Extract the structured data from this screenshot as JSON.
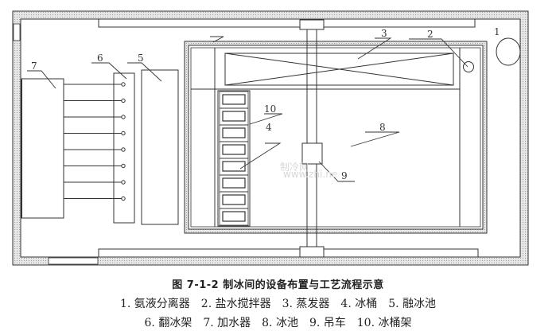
{
  "figure": {
    "title": "图 7-1-2  制冰间的设备布置与工艺流程示意",
    "legend_line1": [
      "1. 氨液分离器",
      "2. 盐水搅拌器",
      "3. 蒸发器",
      "4. 冰桶",
      "5. 融冰池"
    ],
    "legend_line2": [
      "6. 翻冰架",
      "7. 加水器",
      "8. 冰池",
      "9. 吊车",
      "10. 冰桶架"
    ]
  },
  "labels": {
    "l1": "1",
    "l2": "2",
    "l3": "3",
    "l4": "4",
    "l5": "5",
    "l6": "6",
    "l7": "7",
    "l8": "8",
    "l9": "9",
    "l10": "10"
  },
  "watermark": {
    "main": "制冷网",
    "sub": "www.zhi.ne"
  },
  "components": {
    "water_feeder_outlets": 8,
    "ice_can_count": 8
  },
  "colors": {
    "line": "#333333",
    "wall_hatch": "#bdbdbd"
  }
}
